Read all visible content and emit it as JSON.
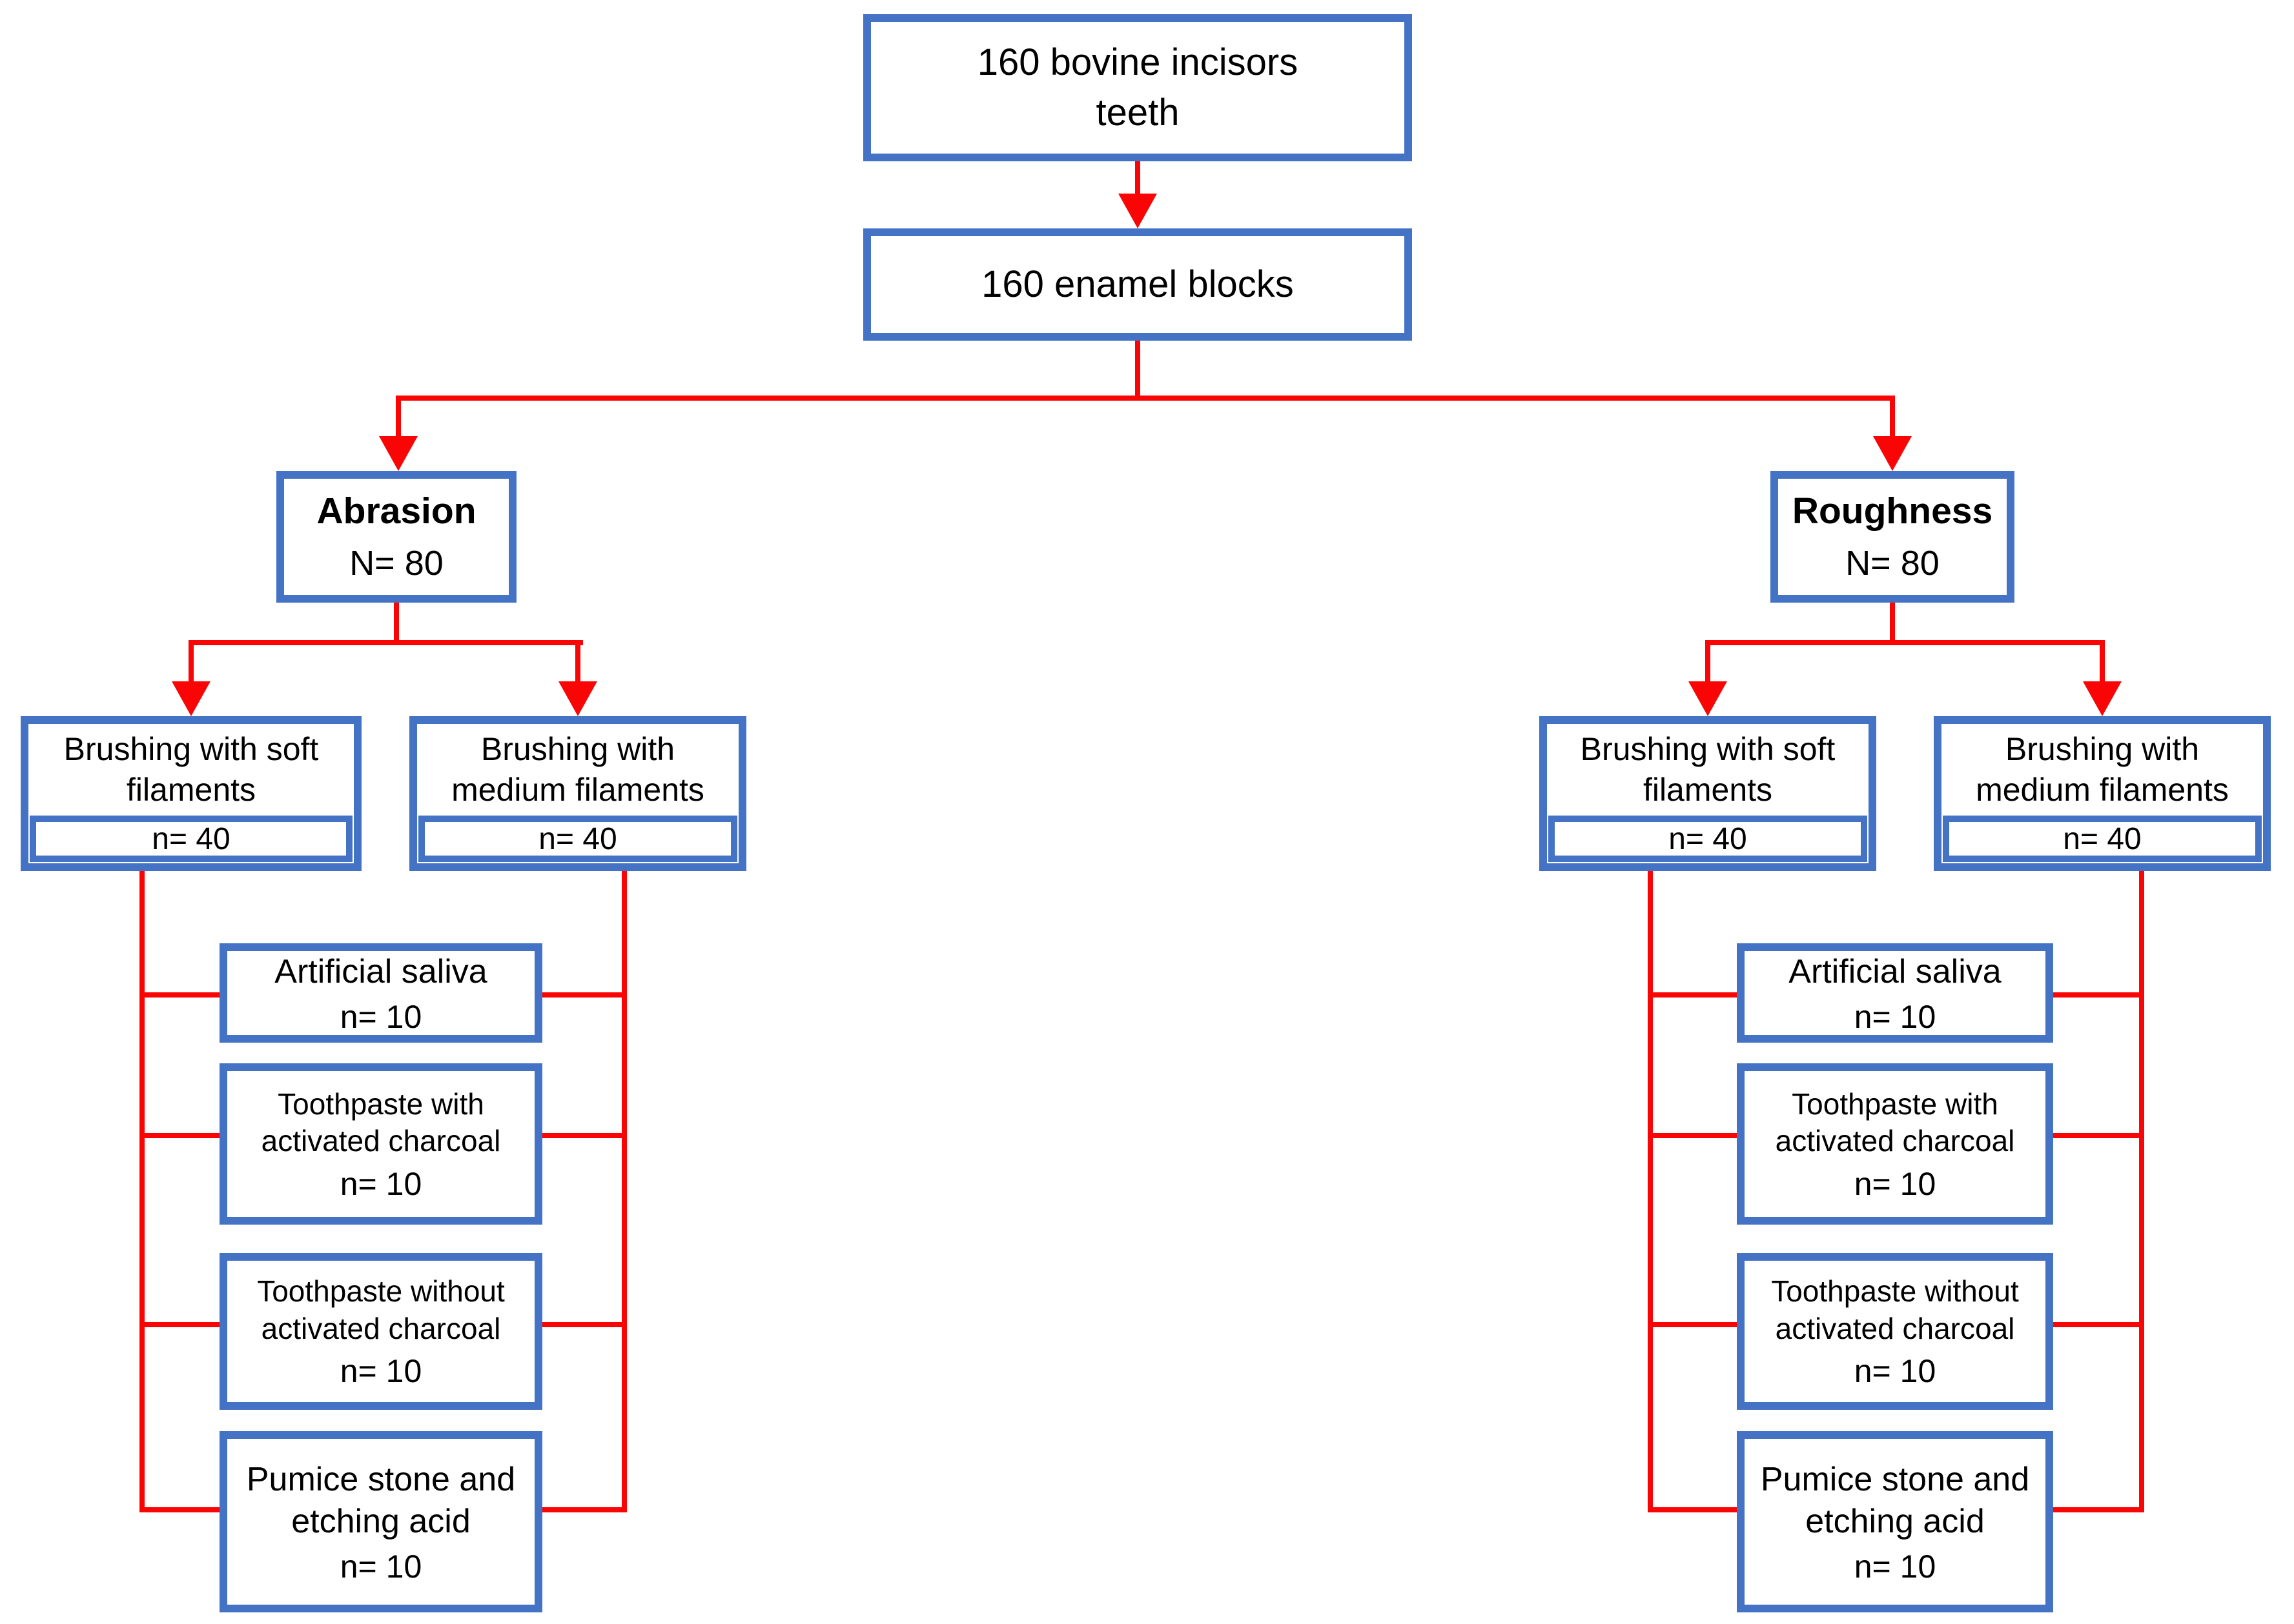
{
  "colors": {
    "box_border": "#4472C4",
    "connector": "#FA0505",
    "text": "#000000",
    "background": "#FFFFFF"
  },
  "flowchart": {
    "source": {
      "label": "160 bovine incisors teeth"
    },
    "enamel": {
      "label": "160 enamel blocks"
    },
    "branches": [
      {
        "title": "Abrasion",
        "count": "N= 80",
        "groups": [
          {
            "title": "Brushing with soft filaments",
            "count": "n= 40"
          },
          {
            "title": "Brushing with medium filaments",
            "count": "n= 40"
          }
        ],
        "treatments": [
          {
            "title": "Artificial saliva",
            "count": "n= 10"
          },
          {
            "title": "Toothpaste with activated charcoal",
            "count": "n= 10"
          },
          {
            "title": "Toothpaste without activated charcoal",
            "count": "n= 10"
          },
          {
            "title": "Pumice stone and etching acid",
            "count": "n= 10"
          }
        ]
      },
      {
        "title": "Roughness",
        "count": "N= 80",
        "groups": [
          {
            "title": "Brushing with soft filaments",
            "count": "n= 40"
          },
          {
            "title": "Brushing with medium filaments",
            "count": "n= 40"
          }
        ],
        "treatments": [
          {
            "title": "Artificial saliva",
            "count": "n= 10"
          },
          {
            "title": "Toothpaste with activated charcoal",
            "count": "n= 10"
          },
          {
            "title": "Toothpaste without activated charcoal",
            "count": "n= 10"
          },
          {
            "title": "Pumice stone and etching acid",
            "count": "n= 10"
          }
        ]
      }
    ]
  }
}
